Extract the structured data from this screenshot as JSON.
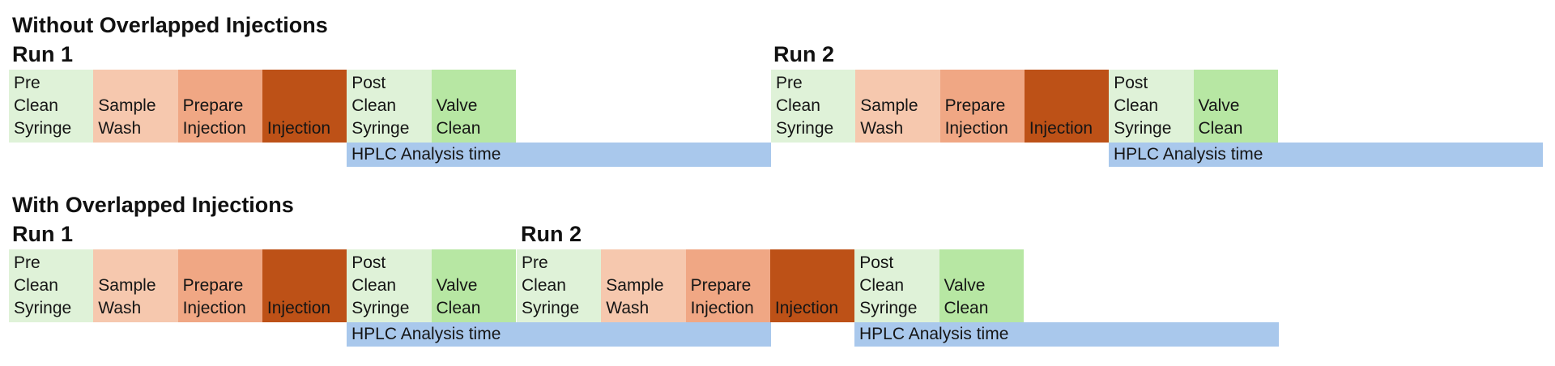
{
  "colors": {
    "pre_clean": "#dff2d8",
    "sample_wash": "#f6c8ae",
    "prepare_injection": "#f0a784",
    "injection": "#bd5117",
    "post_clean": "#dff2d8",
    "valve_clean": "#b7e7a3",
    "hplc": "#a9c8ec"
  },
  "sections": [
    {
      "title": "Without Overlapped Injections",
      "runs": [
        {
          "label": "Run 1",
          "steps": [
            {
              "kind": "pre_clean",
              "label": "Pre\nClean\nSyringe"
            },
            {
              "kind": "sample_wash",
              "label": "Sample\nWash"
            },
            {
              "kind": "prepare_injection",
              "label": "Prepare\nInjection"
            },
            {
              "kind": "injection",
              "label": "Injection"
            },
            {
              "kind": "post_clean",
              "label": "Post\nClean\nSyringe"
            },
            {
              "kind": "valve_clean",
              "label": "Valve\nClean"
            }
          ],
          "hplc_label": "HPLC Analysis time"
        },
        {
          "label": "Run 2",
          "steps": [
            {
              "kind": "pre_clean",
              "label": "Pre\nClean\nSyringe"
            },
            {
              "kind": "sample_wash",
              "label": "Sample\nWash"
            },
            {
              "kind": "prepare_injection",
              "label": "Prepare\nInjection"
            },
            {
              "kind": "injection",
              "label": "Injection"
            },
            {
              "kind": "post_clean",
              "label": "Post\nClean\nSyringe"
            },
            {
              "kind": "valve_clean",
              "label": "Valve\nClean"
            }
          ],
          "hplc_label": "HPLC Analysis time"
        }
      ]
    },
    {
      "title": "With Overlapped Injections",
      "runs": [
        {
          "label": "Run 1",
          "steps": [
            {
              "kind": "pre_clean",
              "label": "Pre\nClean\nSyringe"
            },
            {
              "kind": "sample_wash",
              "label": "Sample\nWash"
            },
            {
              "kind": "prepare_injection",
              "label": "Prepare\nInjection"
            },
            {
              "kind": "injection",
              "label": "Injection"
            },
            {
              "kind": "post_clean",
              "label": "Post\nClean\nSyringe"
            },
            {
              "kind": "valve_clean",
              "label": "Valve\nClean"
            }
          ],
          "hplc_label": "HPLC Analysis time"
        },
        {
          "label": "Run 2",
          "steps": [
            {
              "kind": "pre_clean",
              "label": "Pre\nClean\nSyringe"
            },
            {
              "kind": "sample_wash",
              "label": "Sample\nWash"
            },
            {
              "kind": "prepare_injection",
              "label": "Prepare\nInjection"
            },
            {
              "kind": "injection",
              "label": "Injection"
            },
            {
              "kind": "post_clean",
              "label": "Post\nClean\nSyringe"
            },
            {
              "kind": "valve_clean",
              "label": "Valve\nClean"
            }
          ],
          "hplc_label": "HPLC Analysis time"
        }
      ]
    }
  ]
}
